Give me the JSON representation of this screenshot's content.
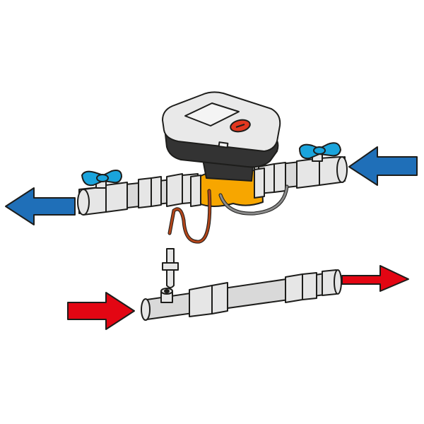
{
  "colors": {
    "background": "#ffffff",
    "outline": "#1d1d1b",
    "pipe": "#d9d9d9",
    "pipe_shade": "#bdbdbd",
    "fitting": "#e6e6e6",
    "valve_handle": "#1aa4dc",
    "flow_return": "#1f6fb8",
    "flow_supply": "#e30613",
    "meter_body": "#f7a600",
    "meter_housing": "#e9e9e9",
    "meter_dark": "#333333",
    "meter_button": "#e2371f",
    "sensor_cable": "#b2451a",
    "cable_grey": "#8a8a8a"
  },
  "icons": {
    "valve_handle": "butterfly-handle-icon",
    "arrow": "flow-arrow-icon"
  },
  "flows": [
    {
      "name": "return-outlet-arrow",
      "color": "flow_return",
      "direction": "left"
    },
    {
      "name": "return-inlet-arrow",
      "color": "flow_return",
      "direction": "left"
    },
    {
      "name": "supply-inlet-arrow",
      "color": "flow_supply",
      "direction": "right"
    },
    {
      "name": "supply-outlet-arrow",
      "color": "flow_supply",
      "direction": "right"
    }
  ]
}
